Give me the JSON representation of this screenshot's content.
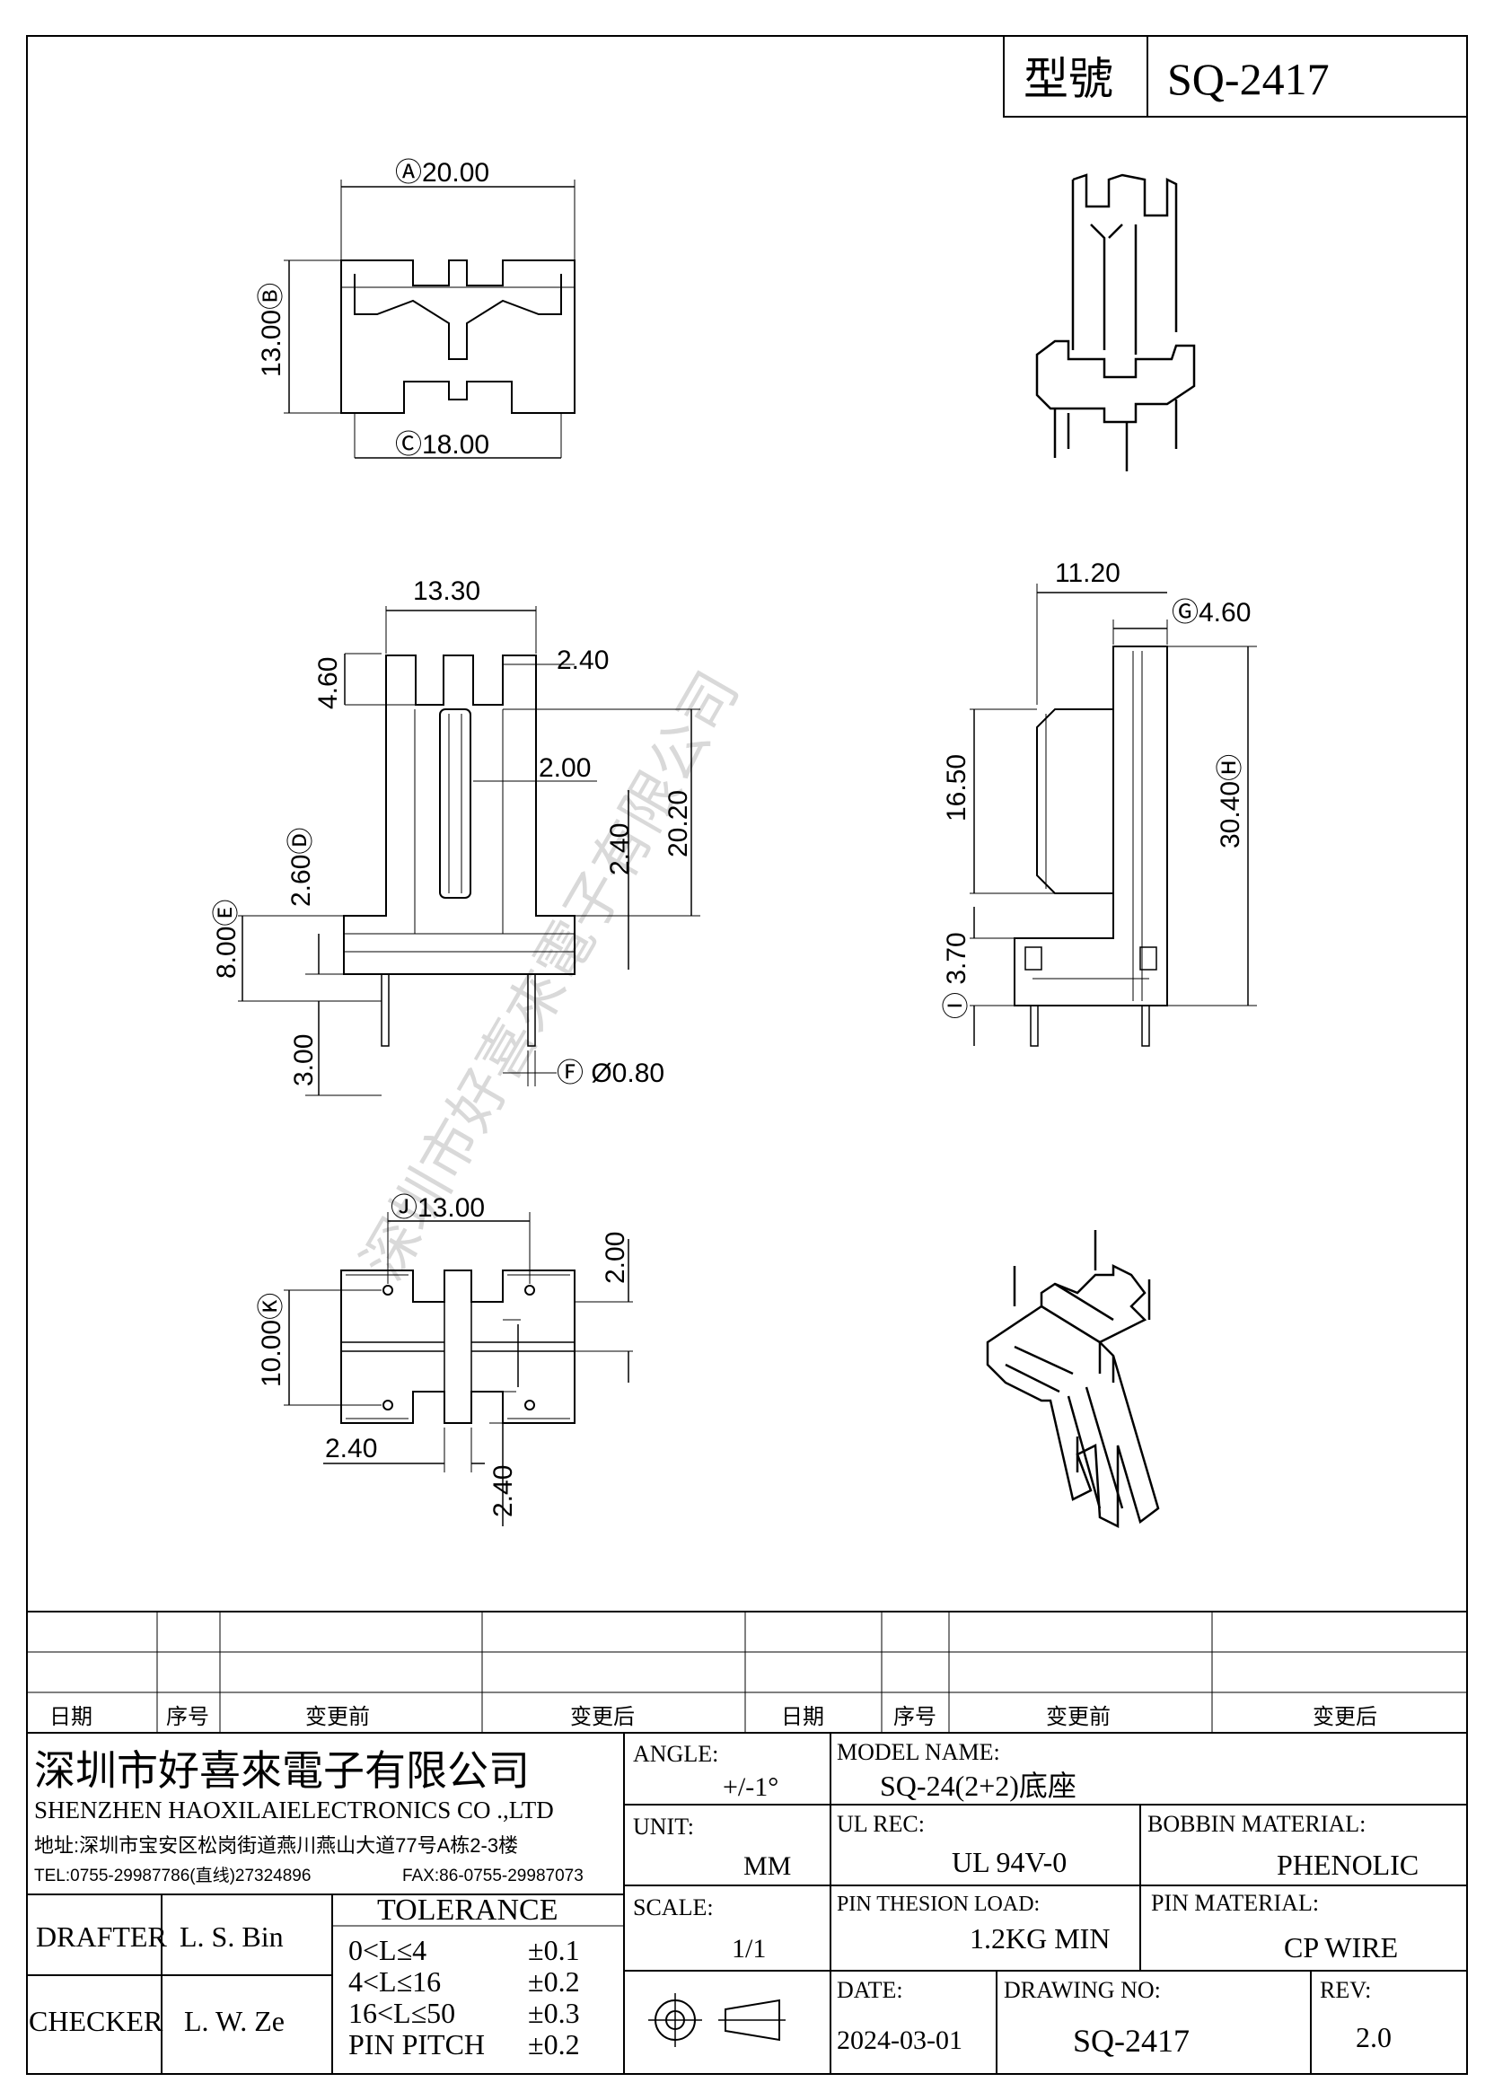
{
  "header": {
    "model_label": "型號",
    "model_value": "SQ-2417"
  },
  "watermark": "深圳市好喜來電子有限公司",
  "views": {
    "top_view": {
      "dim_a": "Ⓐ20.00",
      "dim_b": "13.00Ⓑ",
      "dim_c": "Ⓒ18.00"
    },
    "front_view": {
      "w": "13.30",
      "h1": "4.60",
      "d1": "2.40",
      "d2": "2.00",
      "d3": "2.40",
      "d4": "20.20",
      "dD": "2.60Ⓓ",
      "dE": "8.00Ⓔ",
      "d5": "3.00",
      "dF": "Ⓕ Ø0.80"
    },
    "side_view": {
      "w": "11.20",
      "dG": "Ⓖ4.60",
      "d1": "16.50",
      "dH": "30.40Ⓗ",
      "dI": "Ⓘ 3.70"
    },
    "bottom_view": {
      "dJ": "Ⓙ13.00",
      "dK": "10.00Ⓚ",
      "d1": "2.00",
      "d2": "2.40",
      "d3": "2.40"
    }
  },
  "revision_table": {
    "headers": [
      "日期",
      "序号",
      "变更前",
      "变更后",
      "日期",
      "序号",
      "变更前",
      "变更后"
    ]
  },
  "company": {
    "name_cn": "深圳市好喜來電子有限公司",
    "name_en": "SHENZHEN HAOXILAIELECTRONICS CO .,LTD",
    "address": "地址:深圳市宝安区松岗街道燕川燕山大道77号A栋2-3楼",
    "tel": "TEL:0755-29987786(直线)27324896",
    "fax": "FAX:86-0755-29987073"
  },
  "title_block": {
    "drafter_label": "DRAFTER",
    "drafter": "L. S. Bin",
    "checker_label": "CHECKER",
    "checker": "L. W. Ze",
    "tolerance_label": "TOLERANCE",
    "tolerances": [
      {
        "range": "0<L≤4",
        "value": "±0.1"
      },
      {
        "range": "4<L≤16",
        "value": "±0.2"
      },
      {
        "range": "16<L≤50",
        "value": "±0.3"
      },
      {
        "range": "PIN PITCH",
        "value": "±0.2"
      }
    ],
    "angle_label": "ANGLE:",
    "angle": "+/-1°",
    "unit_label": "UNIT:",
    "unit": "MM",
    "scale_label": "SCALE:",
    "scale": "1/1",
    "model_name_label": "MODEL NAME:",
    "model_name": "SQ-24(2+2)底座",
    "ul_rec_label": "UL REC:",
    "ul_rec": "UL 94V-0",
    "bobbin_material_label": "BOBBIN MATERIAL:",
    "bobbin_material": "PHENOLIC",
    "pin_load_label": "PIN THESION LOAD:",
    "pin_load": "1.2KG MIN",
    "pin_material_label": "PIN MATERIAL:",
    "pin_material": "CP  WIRE",
    "date_label": "DATE:",
    "date": "2024-03-01",
    "drawing_no_label": "DRAWING NO:",
    "drawing_no": "SQ-2417",
    "rev_label": "REV:",
    "rev": "2.0"
  }
}
